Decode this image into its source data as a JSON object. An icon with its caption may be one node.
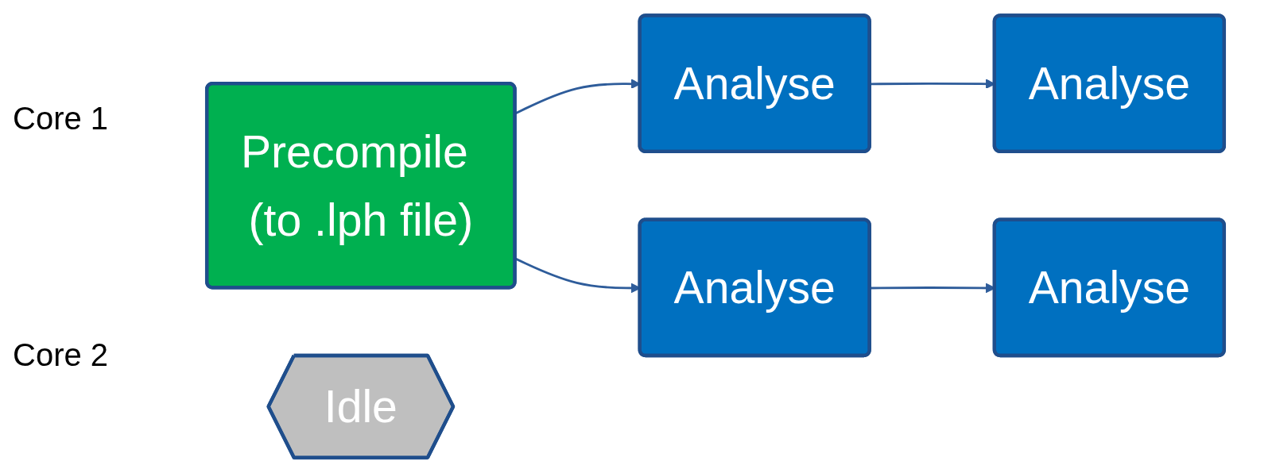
{
  "diagram": {
    "nodes": [
      {
        "text": [
          "Precompile (to .lph file)"
        ]
      },
      {
        "text": [
          "Analyse"
        ]
      },
      {
        "text": [
          "Analyse"
        ]
      },
      {
        "text": [
          "Idle"
        ]
      },
      {
        "text": [
          "Analyse"
        ]
      },
      {
        "text": [
          "Analyse"
        ]
      }
    ],
    "edges": [
      {
        "from": 0,
        "to": 1,
        "arrow": "to"
      },
      {
        "from": 0,
        "to": 4,
        "arrow": "to"
      },
      {
        "from": 1,
        "to": 2,
        "arrow": "to"
      },
      {
        "from": 4,
        "to": 5,
        "arrow": "to"
      }
    ],
    "labels": [
      "Core 1",
      "Core 2"
    ]
  }
}
